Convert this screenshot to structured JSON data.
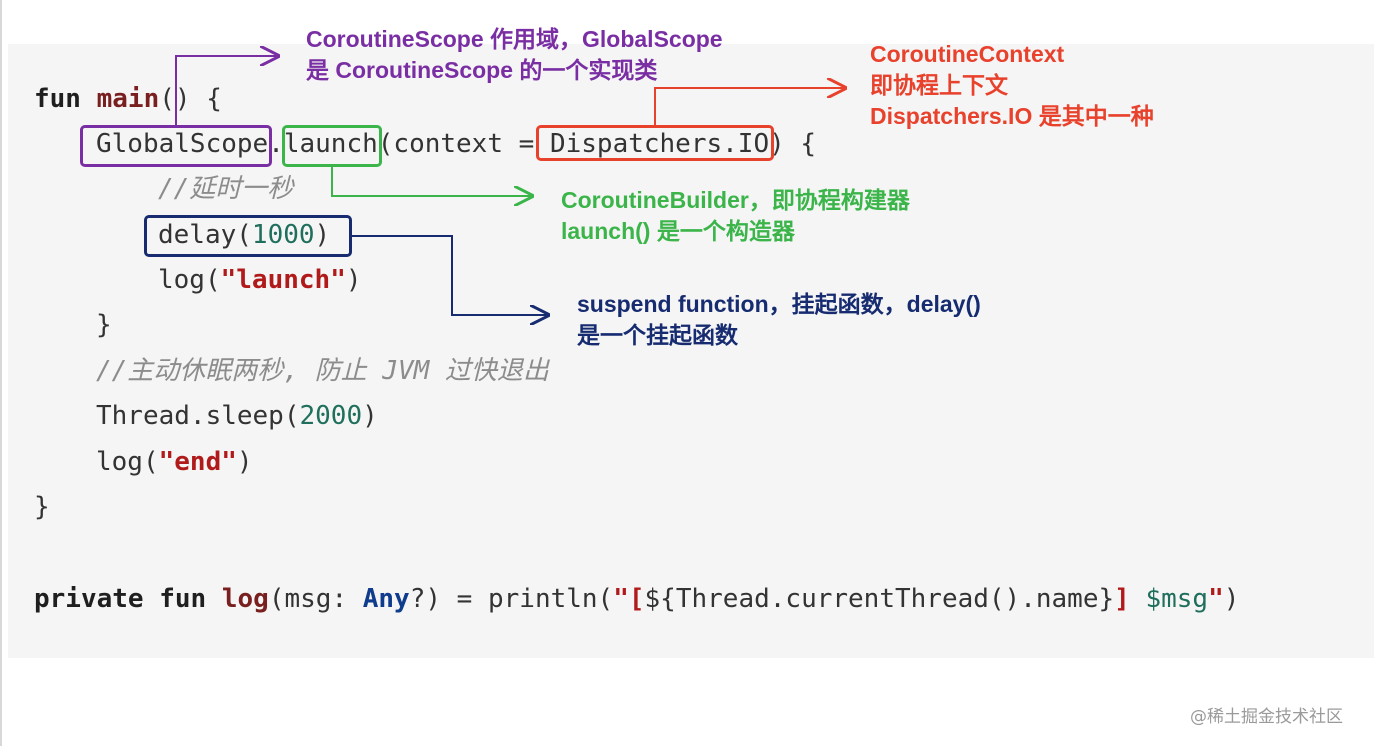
{
  "code": {
    "line1": {
      "kw": "fun",
      "name": "main",
      "rest": "() {"
    },
    "line2": {
      "scope": "GlobalScope",
      "dot": ".",
      "launch": "launch",
      "ctx_open": "(context = ",
      "dispatcher": "Dispatchers.IO",
      "close": ") {"
    },
    "line3": {
      "comment": "//延时一秒"
    },
    "line4": {
      "delay": "delay(",
      "num": "1000",
      "close": ")"
    },
    "line5": {
      "fn": "log(",
      "str": "\"launch\"",
      "close": ")"
    },
    "line6": {
      "text": "}"
    },
    "line7": {
      "comment": "//主动休眠两秒, 防止 JVM 过快退出"
    },
    "line8": {
      "fn": "Thread.sleep(",
      "num": "2000",
      "close": ")"
    },
    "line9": {
      "fn": "log(",
      "str": "\"end\"",
      "close": ")"
    },
    "line10": {
      "text": "}"
    },
    "line11": {
      "kw1": "private",
      "kw2": "fun",
      "name": "log",
      "params": "(msg: ",
      "type": "Any",
      "mid": "?) = println(",
      "str1": "\"[",
      "interp": "${Thread.currentThread().name}",
      "str2": "] ",
      "var": "$msg",
      "str3": "\"",
      "close": ")"
    }
  },
  "annotations": {
    "scope": {
      "line1": "CoroutineScope 作用域，GlobalScope",
      "line2": "是 CoroutineScope 的一个实现类",
      "color": "#7a2ea3"
    },
    "context": {
      "line1": "CoroutineContext",
      "line2": "即协程上下文",
      "line3": "Dispatchers.IO 是其中一种",
      "color": "#e8412c"
    },
    "builder": {
      "line1": "CoroutineBuilder，即协程构建器",
      "line2": "launch() 是一个构造器",
      "color": "#3bb54a"
    },
    "suspend": {
      "line1": "suspend function，挂起函数，delay()",
      "line2": "是一个挂起函数",
      "color": "#162b70"
    }
  },
  "watermark": "@稀土掘金技术社区"
}
